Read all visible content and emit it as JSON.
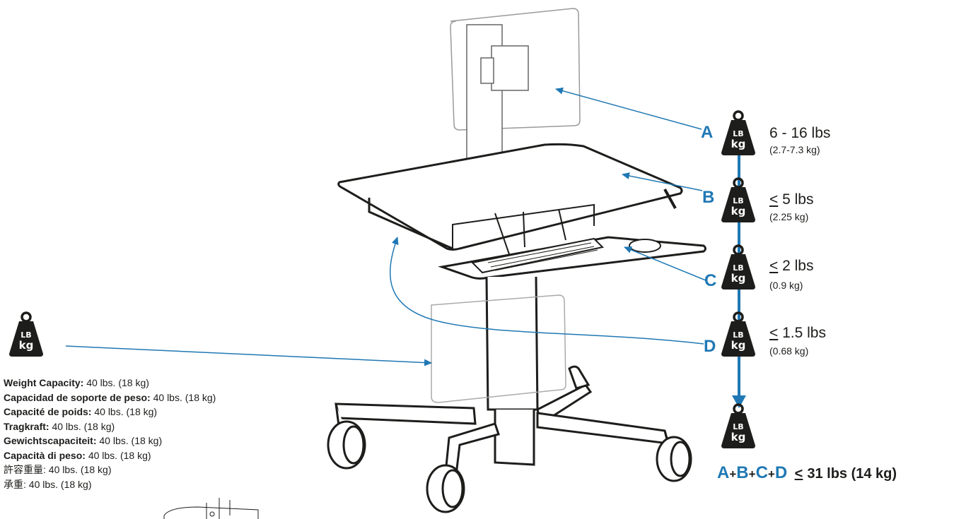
{
  "weights": [
    {
      "letter": "A",
      "main": "6 - 16 lbs",
      "sub": "(2.7-7.3 kg)",
      "le_symbol": ""
    },
    {
      "letter": "B",
      "main": "5 lbs",
      "sub": "(2.25 kg)",
      "le_symbol": "<"
    },
    {
      "letter": "C",
      "main": "2 lbs",
      "sub": "(0.9 kg)",
      "le_symbol": "<"
    },
    {
      "letter": "D",
      "main": "1.5 lbs",
      "sub": "(0.68 kg)",
      "le_symbol": "<"
    }
  ],
  "weight_icon": {
    "top": "LB",
    "bottom": "kg"
  },
  "total": {
    "letters": [
      "A",
      "B",
      "C",
      "D"
    ],
    "plus": "+",
    "le_symbol": "<",
    "value": "31 lbs (14 kg)"
  },
  "capacity": [
    {
      "label": "Weight Capacity:",
      "value": "40 lbs. (18 kg)"
    },
    {
      "label": "Capacidad de soporte de peso:",
      "value": "40 lbs. (18 kg)"
    },
    {
      "label": "Capacité de poids:",
      "value": "40 lbs. (18 kg)"
    },
    {
      "label": "Tragkraft:",
      "value": "40 lbs. (18 kg)"
    },
    {
      "label": "Gewichtscapaciteit:",
      "value": "40 lbs. (18 kg)"
    },
    {
      "label": "Capacità di peso:",
      "value": "40 lbs. (18 kg)"
    },
    {
      "label": "許容重量:",
      "value": "40 lbs. (18 kg)"
    },
    {
      "label": "承重:",
      "value": "40 lbs. (18 kg)"
    }
  ],
  "colors": {
    "accent_blue": "#1f78b4",
    "weight_black": "#1d1d1b",
    "line_gray": "#1d1d1b"
  }
}
